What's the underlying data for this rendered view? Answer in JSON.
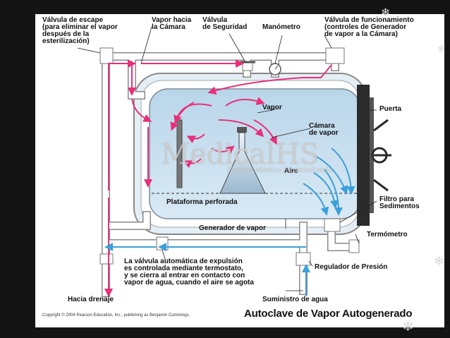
{
  "labels": {
    "valvula_escape": "Válvula de escape\n(para eliminar el vapor\ndespués de la\nesterilización)",
    "vapor_hacia_camara": "Vapor hacia\nla Cámara",
    "valvula_seguridad": "Válvula\nde Seguridad",
    "manometro": "Manómetro",
    "valvula_funcionamiento": "Válvula de funcionamiento\n(controles de Generador\nde vapor a la Cámara)",
    "vapor": "Vapor",
    "puerta": "Puerta",
    "camara_vapor": "Cámara\nde vapor",
    "aire": "Aire",
    "plataforma": "Plataforma perforada",
    "filtro": "Filtro para\nSedimentos",
    "generador": "Generador de vapor",
    "termometro": "Termómetro",
    "valvula_automatica": "La válvula automática de expulsión\nes controlada mediante termostato,\ny se cierra al entrar en contacto con\nvapor de agua, cuando el aire se agota",
    "regulador": "Regulador de Presión",
    "hacia_drenaje": "Hacia drenaje",
    "suministro": "Suministro de agua"
  },
  "title": "Autoclave de Vapor Autogenerado",
  "copyright": "Copyright © 2004 Pearson Education, Inc., publishing as Benjamin Cummings.",
  "watermark": {
    "main": "MedicalHS",
    "sub": "Equipo Médico Especializado"
  },
  "colors": {
    "steam": "#e8307a",
    "water": "#3aa0d8",
    "chamber": "#cfe3f1",
    "pipe": "#ffffff",
    "door": "#2b2b2b"
  },
  "icons": [
    "snowflake-icon"
  ]
}
